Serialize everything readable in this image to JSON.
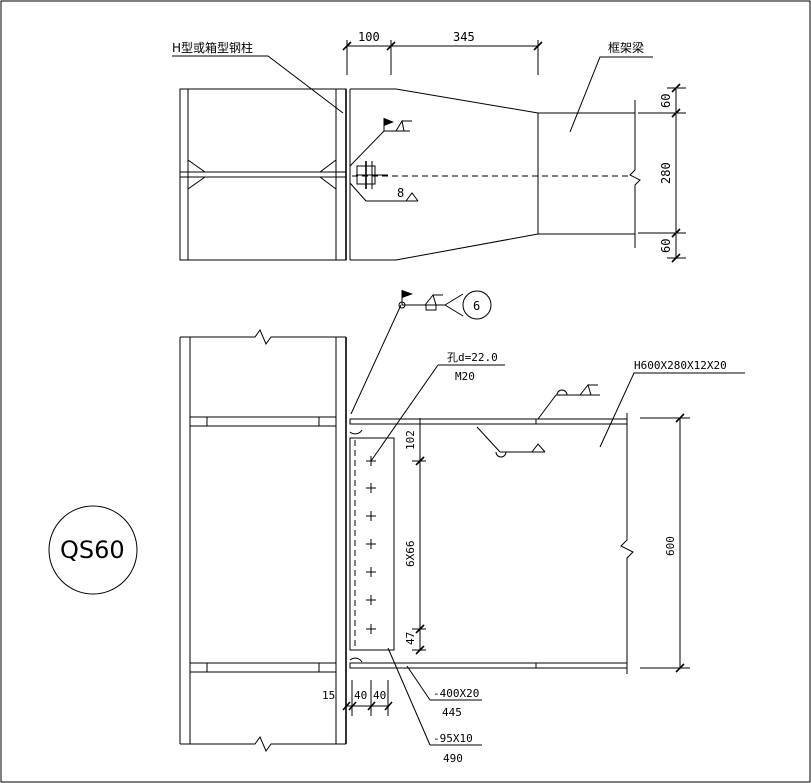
{
  "plan": {
    "column_label": "H型或箱型钢柱",
    "beam_label": "框架梁",
    "dim_100": "100",
    "dim_345": "345",
    "dim_60_top": "60",
    "dim_280": "280",
    "dim_60_bottom": "60",
    "weld_size": "8"
  },
  "elevation": {
    "weld_circle": "6",
    "hole_label": "孔d=22.0",
    "bolt_label": "M20",
    "beam_section": "H600X280X12X20",
    "dim_102": "102",
    "dim_pitch": "6X66",
    "dim_47": "47",
    "dim_600": "600",
    "dim_15": "15",
    "dim_40a": "40",
    "dim_40b": "40",
    "plate1_size": "-400X20",
    "plate1_len": "445",
    "plate2_size": "-95X10",
    "plate2_len": "490"
  },
  "detail_id": "QS60"
}
